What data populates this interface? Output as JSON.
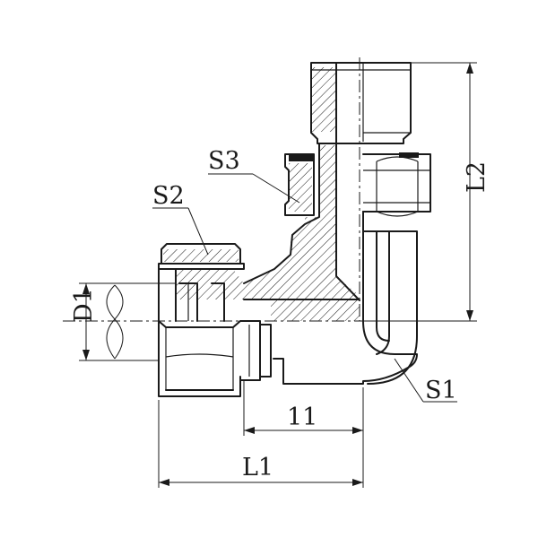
{
  "figure": {
    "labels": {
      "s1": "S1",
      "s2": "S2",
      "s3": "S3",
      "l1": "L1",
      "l2": "L2",
      "d1": "D1",
      "l11": "11"
    }
  }
}
